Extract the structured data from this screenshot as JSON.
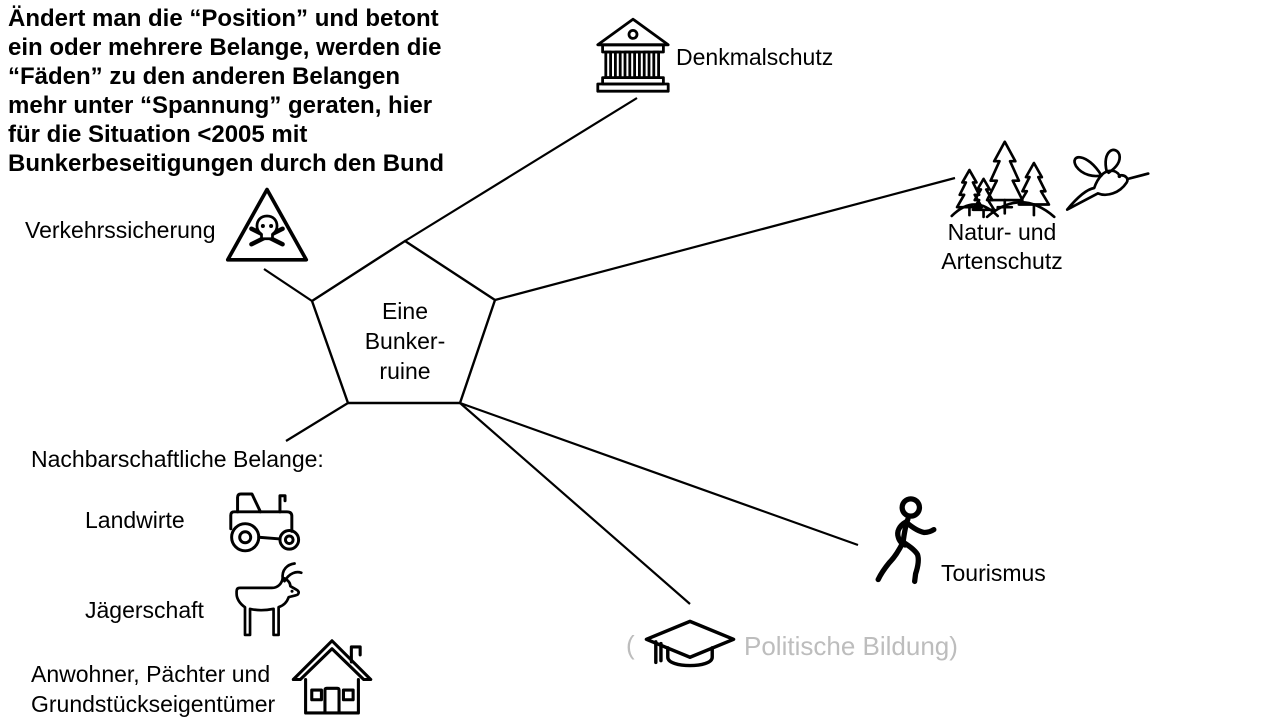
{
  "annotation": {
    "lines": [
      "Ändert man die “Position” und betont",
      "ein oder mehrere Belange, werden die",
      "“Fäden” zu den anderen Belangen",
      "mehr unter “Spannung” geraten, hier",
      "für die Situation <2005 mit",
      "Bunkerbeseitigungen durch den Bund"
    ]
  },
  "center": {
    "line1": "Eine",
    "line2": "Bunker-",
    "line3": "ruine"
  },
  "nodes": {
    "denkmalschutz": {
      "label": "Denkmalschutz",
      "icon": "bank-building-icon"
    },
    "natur_artenschutz": {
      "label_line1": "Natur- und",
      "label_line2": "Artenschutz",
      "icons": [
        "forest-icon",
        "hummingbird-icon"
      ]
    },
    "verkehrssicherung": {
      "label": "Verkehrssicherung",
      "icon": "skull-warning-icon"
    },
    "tourismus": {
      "label": "Tourismus",
      "icon": "walking-person-icon"
    },
    "politische_bildung": {
      "open_paren": "(",
      "label": "Politische Bildung)",
      "icon": "graduation-cap-icon",
      "muted_color": "#bdbdbd"
    }
  },
  "neighborhood": {
    "heading": "Nachbarschaftliche Belange:",
    "items": [
      {
        "label": "Landwirte",
        "icon": "tractor-icon"
      },
      {
        "label": "Jägerschaft",
        "icon": "deer-icon"
      },
      {
        "label_line1": "Anwohner, Pächter und",
        "label_line2": "Grundstückseigentümer",
        "icon": "house-icon"
      }
    ]
  },
  "colors": {
    "background": "#ffffff",
    "stroke": "#000000",
    "text": "#000000",
    "muted_text": "#bdbdbd"
  }
}
